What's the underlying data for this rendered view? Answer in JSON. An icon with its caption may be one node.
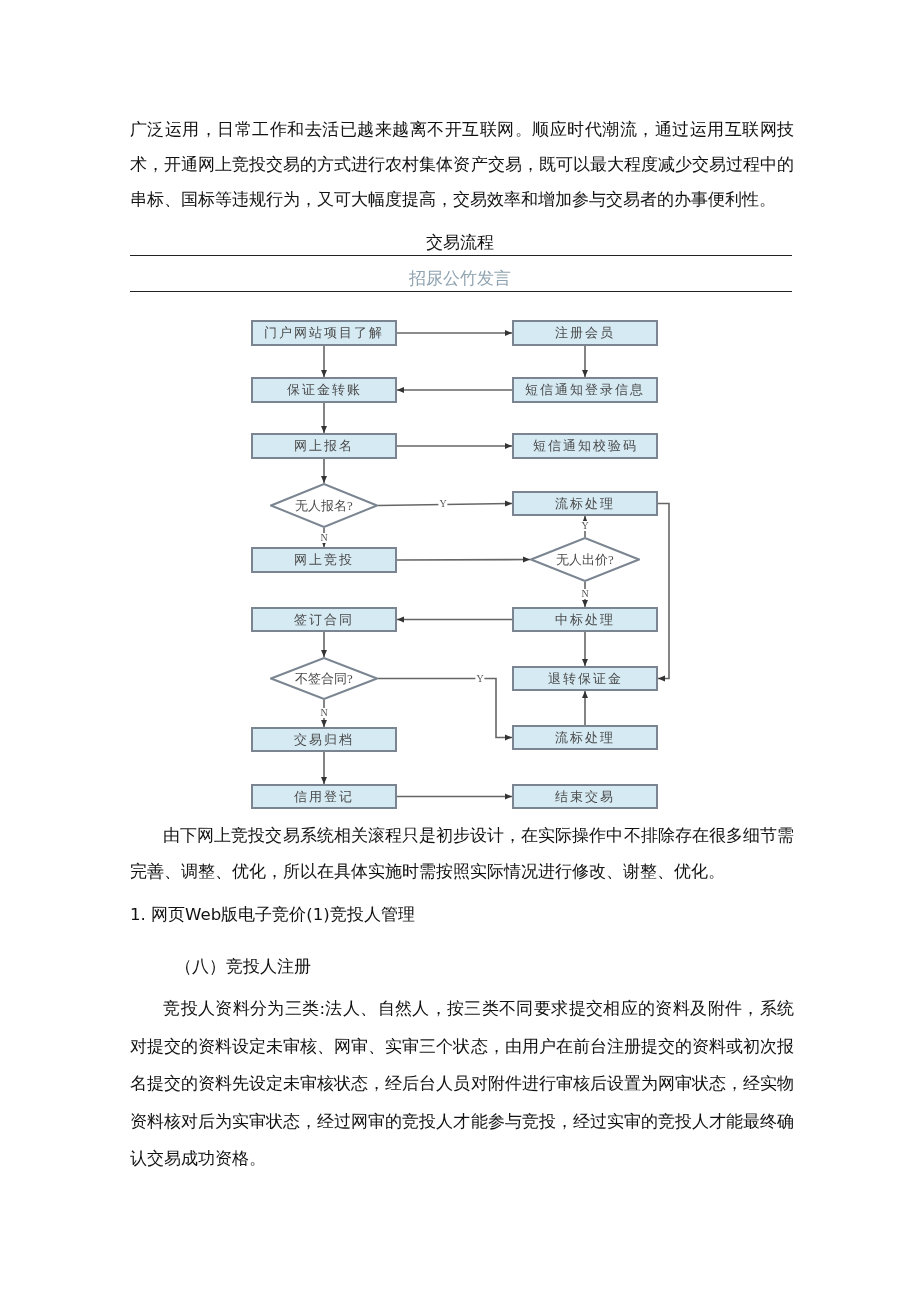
{
  "diagram": {
    "title": "交易流程",
    "nodes": [
      {
        "text": [
          "门户网站项目了解"
        ]
      },
      {
        "text": [
          "注册会员"
        ]
      },
      {
        "text": [
          "保证金转账"
        ]
      },
      {
        "text": [
          "短信通知登录信息"
        ]
      },
      {
        "text": [
          "网上报名"
        ]
      },
      {
        "text": [
          "短信通知校验码"
        ]
      },
      {
        "text": [
          "无人报名?"
        ]
      },
      {
        "text": [
          "流标处理"
        ]
      },
      {
        "text": [
          "网上竞投"
        ]
      },
      {
        "text": [
          "无人出价?"
        ]
      },
      {
        "text": [
          "签订合同"
        ]
      },
      {
        "text": [
          "中标处理"
        ]
      },
      {
        "text": [
          "不签合同?"
        ]
      },
      {
        "text": [
          "退转保证金"
        ]
      },
      {
        "text": [
          "交易归档"
        ]
      },
      {
        "text": [
          "流标处理"
        ]
      },
      {
        "text": [
          "信用登记"
        ]
      },
      {
        "text": [
          "结束交易"
        ]
      }
    ],
    "edges": [
      {
        "from": 0,
        "to": 1,
        "arrow": "to"
      },
      {
        "from": 0,
        "to": 2,
        "arrow": "to"
      },
      {
        "from": 1,
        "to": 3,
        "arrow": "to"
      },
      {
        "from": 3,
        "to": 2,
        "arrow": "to"
      },
      {
        "from": 2,
        "to": 4,
        "arrow": "to"
      },
      {
        "from": 4,
        "to": 5,
        "arrow": "to"
      },
      {
        "from": 4,
        "to": 6,
        "arrow": "to"
      },
      {
        "from": 6,
        "to": 7,
        "arrow": "to",
        "label": "Y"
      },
      {
        "from": 6,
        "to": 8,
        "arrow": "to",
        "label": "N"
      },
      {
        "from": 8,
        "to": 9,
        "arrow": "to"
      },
      {
        "from": 9,
        "to": 7,
        "arrow": "to",
        "label": "Y"
      },
      {
        "from": 9,
        "to": 11,
        "arrow": "to",
        "label": "N"
      },
      {
        "from": 11,
        "to": 10,
        "arrow": "to"
      },
      {
        "from": 11,
        "to": 13,
        "arrow": "to"
      },
      {
        "from": 7,
        "to": 13,
        "arrow": "to"
      },
      {
        "from": 10,
        "to": 12,
        "arrow": "to"
      },
      {
        "from": 12,
        "to": 15,
        "arrow": "to",
        "label": "Y"
      },
      {
        "from": 12,
        "to": 14,
        "arrow": "to",
        "label": "N"
      },
      {
        "from": 15,
        "to": 13,
        "arrow": "to"
      },
      {
        "from": 14,
        "to": 16,
        "arrow": "to"
      },
      {
        "from": 16,
        "to": 17,
        "arrow": "to"
      }
    ],
    "labels": [
      "广泛运用，日常工作和去活已越来越离不开互联网。顺应时代潮流，通过运用互联网技术，开通网上竞投交易的方式进行农村集体资产交易，既可以最大程度减少交易过程中的串标、国标等违规行为，又可大幅度提高，交易效率和增加参与交易者的办事便利性。",
      "招尿公竹发言",
      "由下网上竞投交易系统相关滚程只是初步设计，在实际操作中不排除存在很多细节需完善、调整、优化，所以在具体实施时需按照实际情况进行修改、谢整、优化。",
      "1. 网页Web版电子竞价(1)竞投人管理",
      "（八）竞投人注册",
      "竞投人资料分为三类:法人、自然人，按三类不同要求提交相应的资料及附件，系统对提交的资料设定未审核、网审、实审三个状态，由用户在前台注册提交的资料或初次报名提交的资料先设定未审核状态，经后台人员对附件进行审核后设置为网审状态，经实物资料核对后为实审状态，经过网审的竞投人才能参与竞投，经过实审的竞投人才能最终确认交易成功资格。"
    ]
  }
}
